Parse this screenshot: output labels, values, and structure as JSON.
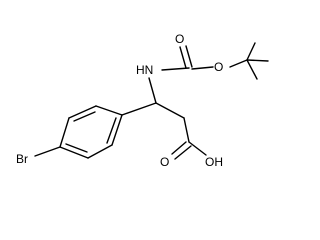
{
  "molecule": {
    "atoms": {
      "nh": "HN",
      "o_carbamate_carbonyl": "O",
      "o_carbamate_ester": "O",
      "bromine": "Br",
      "o_acid_carbonyl": "O",
      "oh": "OH"
    },
    "colors": {
      "bond": "#000000",
      "label": "#000000",
      "background": "#ffffff"
    }
  }
}
